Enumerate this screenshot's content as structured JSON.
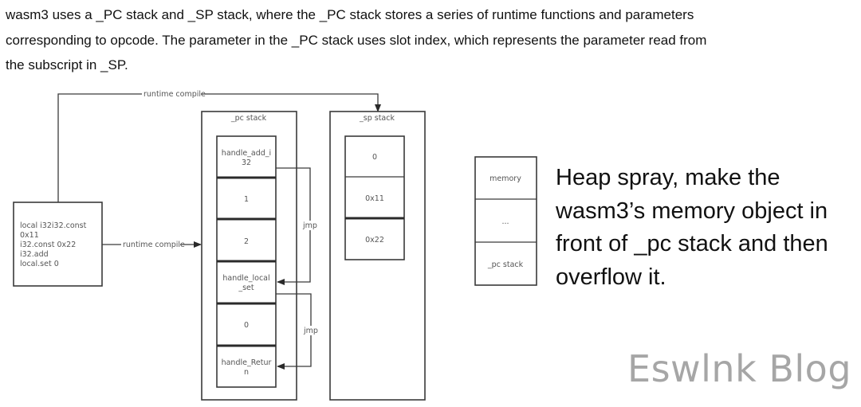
{
  "intro": {
    "lines": [
      "wasm3 uses a _PC stack and _SP stack, where the _PC stack stores a series of runtime functions and parameters",
      "corresponding to opcode. The parameter in the _PC stack uses slot index, which represents the parameter read from",
      "the subscript in _SP."
    ]
  },
  "diagram": {
    "source_code": {
      "lines": [
        "local i32i32.const",
        "0x11",
        "i32.const 0x22",
        "i32.add",
        "local.set 0"
      ]
    },
    "edges": {
      "runtime_compile_top": "runtime compile",
      "runtime_compile_mid": "runtime compile",
      "jmp_1": "jmp",
      "jmp_2": "jmp"
    },
    "pc_stack": {
      "title": "_pc stack",
      "cells": [
        {
          "line1": "handle_add_i",
          "line2": "32"
        },
        {
          "line1": "1",
          "line2": ""
        },
        {
          "line1": "2",
          "line2": ""
        },
        {
          "line1": "handle_local",
          "line2": "_set"
        },
        {
          "line1": "0",
          "line2": ""
        },
        {
          "line1": "handle_Retur",
          "line2": "n"
        }
      ]
    },
    "sp_stack": {
      "title": "_sp stack",
      "cells": [
        "0",
        "0x11",
        "0x22"
      ]
    },
    "memory_layout": {
      "cells": [
        "memory",
        "...",
        "_pc stack"
      ]
    }
  },
  "note": {
    "lines": [
      "Heap spray, make the",
      "wasm3’s memory object in",
      "front of _pc stack and then",
      "overflow it."
    ]
  },
  "watermark": "Eswlnk Blog"
}
